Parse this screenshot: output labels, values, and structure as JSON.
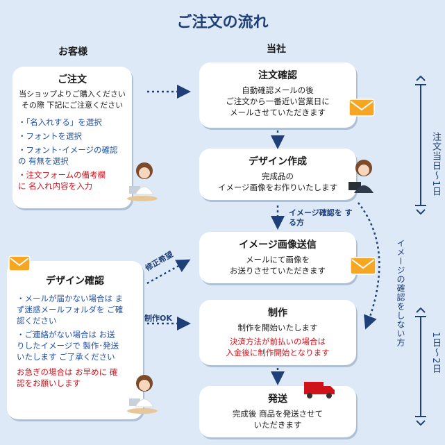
{
  "title": "ご注文の流れ",
  "columns": {
    "customer": "お客様",
    "shop": "当社"
  },
  "customer_order": {
    "title": "ご注文",
    "intro": [
      "当ショップよりご購入ください",
      "その際 下記にご注意ください"
    ],
    "items": [
      "・「名入れする」を選択",
      "・フォントを選択",
      "・フォント･イメージの確認の 有無を選択"
    ],
    "red_item": "・注文フォームの備考欄に 名入れ内容を入力"
  },
  "customer_design_check": {
    "title": "デザイン確認",
    "items": [
      "・メールが届かない場合は まず迷惑メールフォルダを ご確認ください",
      "・ご連絡がない場合は お送りしたイメージで 製作･発送いたします ご了承ください"
    ],
    "red_note": "お急ぎの場合は お早めに 確認をお願いします"
  },
  "steps": {
    "order_confirm": {
      "title": "注文確認",
      "lines": [
        "自動確認メールの後",
        "ご注文から一番近い営業日に",
        "メールさせていただきます"
      ]
    },
    "design": {
      "title": "デザイン作成",
      "lines": [
        "完成品の",
        "イメージ画像をお作りいたします"
      ]
    },
    "image_send": {
      "title": "イメージ画像送信",
      "lines": [
        "メールにて画像を",
        "お送りさせていただきます"
      ]
    },
    "production": {
      "title": "制作",
      "lines": [
        "制作を開始いたします"
      ],
      "red_lines": [
        "決済方法が前払いの場合は",
        "入金後に制作開始となります"
      ]
    },
    "shipping": {
      "title": "発送",
      "lines": [
        "完成後 商品を発送させて",
        "いただきます"
      ]
    }
  },
  "labels": {
    "image_check": "イメージ確認を する方",
    "no_image_check": "イメージの確認をしない方",
    "revision": "修正希望",
    "production_ok": "制作OK",
    "period1": "注文当日～1日",
    "period2": "1日～2日"
  },
  "colors": {
    "title": "#1e3f78",
    "accent": "#1f4fa8",
    "red": "#d0121b",
    "background": "#dde9f6"
  }
}
